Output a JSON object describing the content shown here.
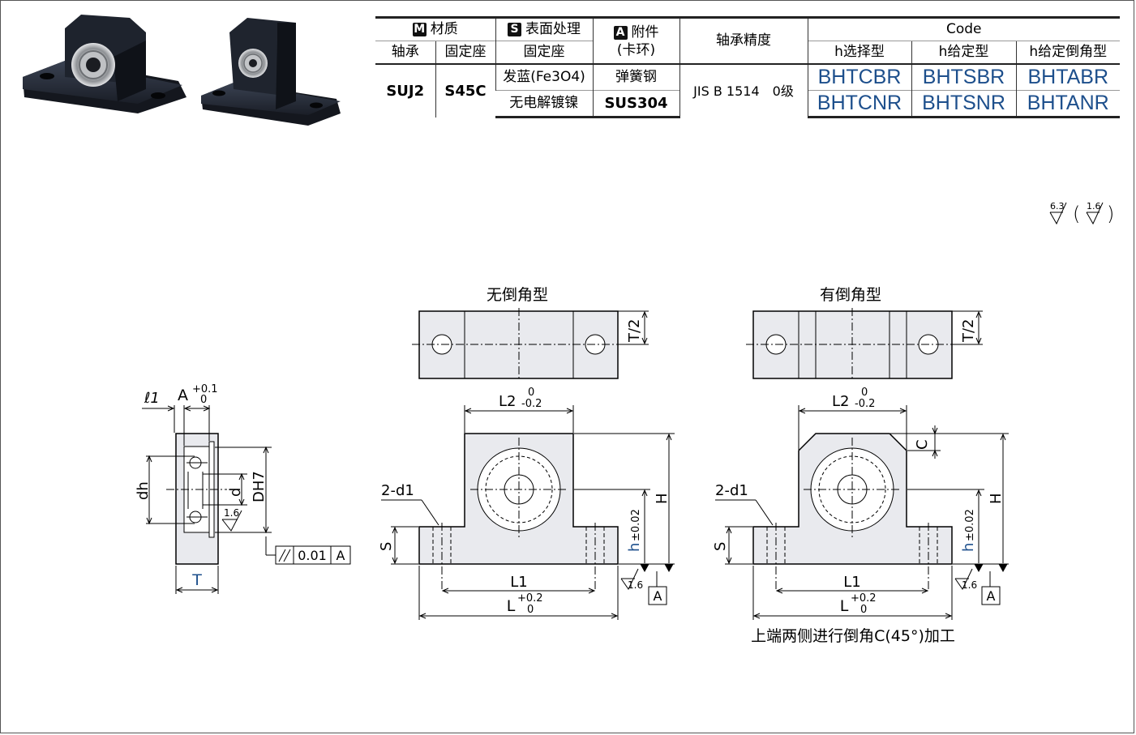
{
  "table": {
    "material_tag": "M",
    "material": "材质",
    "surface_tag": "S",
    "surface": "表面处理",
    "accessory_tag": "A",
    "accessory": "附件",
    "accessory_sub": "(卡环)",
    "precision_header": "轴承精度",
    "code_header": "Code",
    "col_bearing": "轴承",
    "col_seat": "固定座",
    "col_seat2": "固定座",
    "col_h_select": "h选择型",
    "col_h_fixed": "h给定型",
    "col_h_fixed_chamfer": "h给定倒角型",
    "bearing_material": "SUJ2",
    "seat_material": "S45C",
    "surface_1": "发蓝(Fe3O4)",
    "surface_2": "无电解镀镍",
    "accessory_1": "弹簧钢",
    "accessory_2": "SUS304",
    "precision_value": "JIS B 1514　0级",
    "codes_row1": [
      "BHTCBR",
      "BHTSBR",
      "BHTABR"
    ],
    "codes_row2": [
      "BHTCNR",
      "BHTSNR",
      "BHTANR"
    ]
  },
  "roughness": {
    "main": "6.3",
    "other": "1.6"
  },
  "drawing": {
    "title_no_chamfer": "无倒角型",
    "title_chamfer": "有倒角型",
    "chamfer_note": "上端两侧进行倒角C(45°)加工",
    "labels": {
      "l1": "ℓ1",
      "A": "A",
      "A_tol_upper": "+0.1",
      "A_tol_lower": "0",
      "dh": "dh",
      "d": "d",
      "DH7": "DH7",
      "T": "T",
      "parallel_tol": "0.01",
      "datum_A": "A",
      "surface_16": "1.6",
      "T2": "T/2",
      "L2": "L2",
      "L2_tol_upper": "0",
      "L2_tol_lower": "-0.2",
      "d1_holes": "2-d1",
      "H": "H",
      "h": "h",
      "h_tol": "±0.02",
      "S": "S",
      "L1": "L1",
      "L": "L",
      "L_tol_upper": "+0.2",
      "L_tol_lower": "0",
      "C": "C"
    }
  },
  "colors": {
    "code_blue": "#1d4f8c",
    "dim_blue": "#1d4f8c",
    "part_fill": "#e9eaee",
    "photo_dark": "#1c2029"
  }
}
